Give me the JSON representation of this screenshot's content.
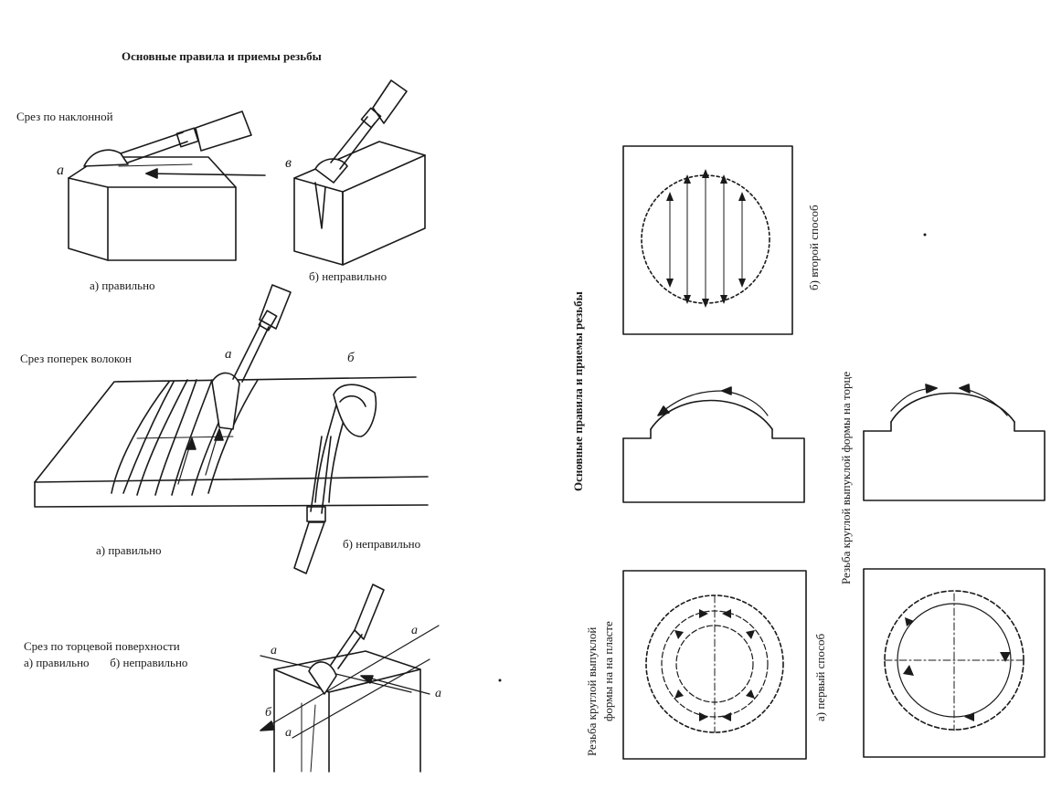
{
  "left": {
    "title": "Основные правила и приемы резьбы",
    "section1": {
      "heading": "Срез по наклонной",
      "marker_a": "а",
      "marker_b": "в",
      "caption_correct": "а) правильно",
      "caption_wrong": "б) неправильно"
    },
    "section2": {
      "heading": "Срез поперек волокон",
      "marker_a": "а",
      "marker_b": "б",
      "caption_correct": "а) правильно",
      "caption_wrong": "б) неправильно"
    },
    "section3": {
      "heading": "Срез по торцевой поверхности",
      "caption_line": "а) правильно       б) неправильно",
      "letters": [
        "а",
        "а",
        "а",
        "б",
        "а"
      ]
    }
  },
  "right": {
    "vertical_title": "Основные правила и приемы резьбы",
    "label_second_method": "б) второй способ",
    "label_end_face": "Резьба круглой выпуклой формы на торце",
    "label_plate_line1": "Резьба круглой выпуклой",
    "label_plate_line2": "формы на на пласте",
    "label_first_method": "а) первый способ"
  },
  "colors": {
    "ink": "#1a1a1a",
    "paper": "#ffffff"
  }
}
